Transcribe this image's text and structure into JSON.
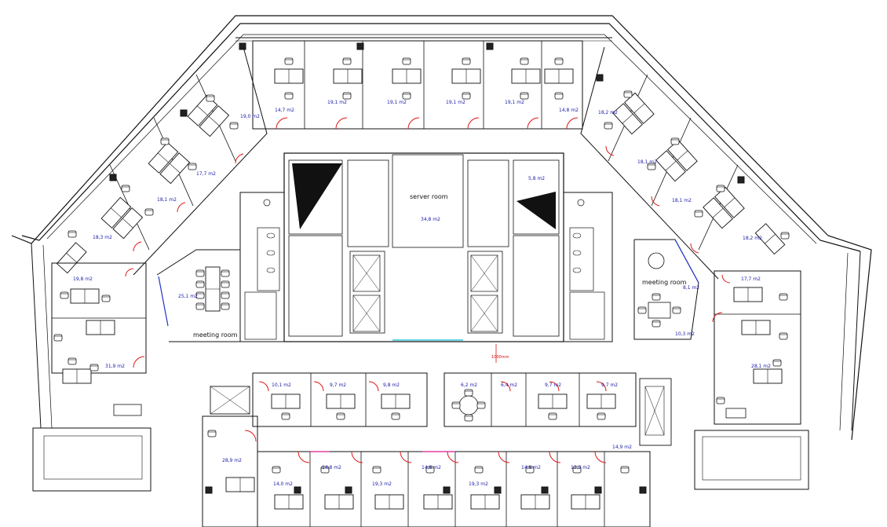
{
  "rooms": {
    "top_row": [
      "14,7 m2",
      "19,1 m2",
      "19,1 m2",
      "19,1 m2",
      "19,1 m2",
      "14,8 m2"
    ],
    "left_wing": [
      "19,0 m2",
      "17,7 m2",
      "18,1 m2",
      "18,3 m2"
    ],
    "right_wing": [
      "18,2 m2",
      "18,1 m2",
      "18,1 m2",
      "18,2 m2"
    ],
    "left_lower": [
      "19,8 m2",
      "31,9 m2"
    ],
    "right_lower": [
      "17,7 m2",
      "28,1 m2"
    ],
    "core_small": "5,8 m2",
    "meeting_left_area": "25,1 m2",
    "meeting_right_a": "8,1 m2",
    "meeting_right_b": "10,3 m2",
    "middle_left": [
      "10,1 m2",
      "9,7 m2",
      "9,8 m2"
    ],
    "middle_right": [
      "6,2 m2",
      "6,4 m2",
      "9,7 m2",
      "9,7 m2"
    ],
    "bottom_row": [
      "28,9 m2",
      "14,0 m2",
      "14,8 m2",
      "19,3 m2",
      "14,8 m2",
      "19,3 m2",
      "14,8 m2",
      "13,3 m2",
      "14,9 m2"
    ]
  },
  "labels": {
    "server_room": "server room",
    "server_area": "34,8 m2",
    "meeting_left": "meeting room",
    "meeting_right": "meeting room",
    "dimension": "1000mm"
  },
  "colors": {
    "wall": "#111111",
    "door": "#e01818",
    "area_text": "#1a1aa8",
    "partition_blue": "#2233cc",
    "glass_cyan": "#33c8d8",
    "accent_magenta": "#e040a0"
  }
}
